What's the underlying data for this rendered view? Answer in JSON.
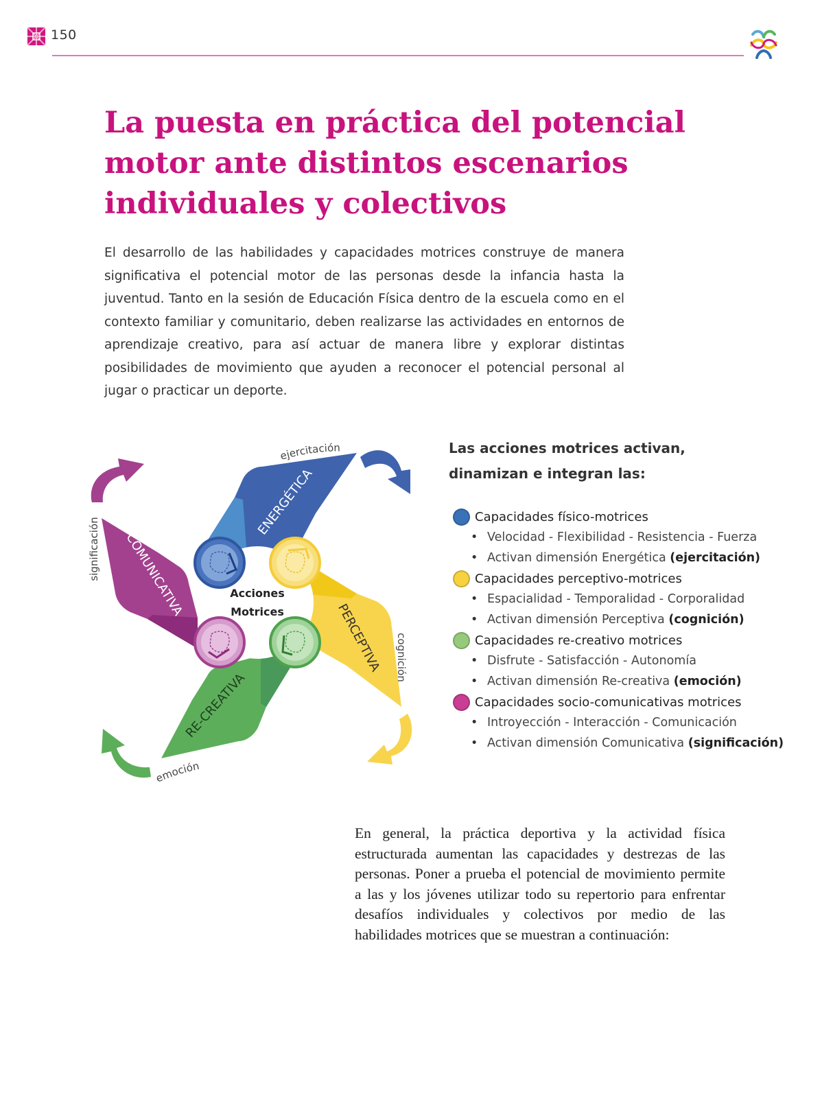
{
  "header": {
    "page_number": "150",
    "accent_color": "#c8127e",
    "rule_color": "#e278b4",
    "left_icon": "magenta-ornament-icon",
    "right_logo": "colored-knot-logo-icon"
  },
  "title": {
    "lines": [
      "La puesta en práctica del potencial",
      "motor ante distintos escenarios",
      "individuales y colectivos"
    ]
  },
  "intro": {
    "text": "El desarrollo de las habilidades y capacidades motrices construye de manera significativa el potencial motor de las personas desde la infancia hasta la juventud. Tanto en la sesión de Educación Física dentro de la escuela como en el contexto familiar y comunitario, deben realizarse las actividades en entornos de aprendizaje creativo, para así actuar de manera libre y explorar distintas posibilidades de movimiento que ayuden a reconocer el potencial personal al jugar o practicar un deporte."
  },
  "diagram": {
    "center_line1": "Acciones",
    "center_line2": "Motrices",
    "blades": {
      "energetica": {
        "label": "ENERGÉTICA",
        "outer": "ejercitación",
        "color": "#3f63ad"
      },
      "perceptiva": {
        "label": "PERCEPTIVA",
        "outer": "cognición",
        "color": "#f8d44c"
      },
      "recreativa": {
        "label": "RE-CREATIVA",
        "outer": "emoción",
        "color": "#5dae5a"
      },
      "comunicativa": {
        "label": "COMUNICATIVA",
        "outer": "significación",
        "color": "#a3418f"
      }
    }
  },
  "list": {
    "title_line1": "Las acciones motrices activan,",
    "title_line2": "dinamizan e integran las:",
    "items": [
      {
        "color": "#3a72b8",
        "title": "Capacidades físico-motrices",
        "line1": "Velocidad - Flexibilidad - Resistencia - Fuerza",
        "line2_prefix": "Activan dimensión Energética ",
        "line2_bold": "(ejercitación)"
      },
      {
        "color": "#f6d23f",
        "title": "Capacidades perceptivo-motrices",
        "line1": "Espacialidad - Temporalidad - Corporalidad",
        "line2_prefix": "Activan dimensión Perceptiva ",
        "line2_bold": "(cognición)"
      },
      {
        "color": "#96c97a",
        "title": "Capacidades re-creativo motrices",
        "line1": "Disfrute - Satisfacción - Autonomía",
        "line2_prefix": "Activan dimensión Re-creativa ",
        "line2_bold": "(emoción)"
      },
      {
        "color": "#c83e93",
        "title": "Capacidades socio-comunicativas motrices",
        "line1": "Introyección - Interacción - Comunicación",
        "line2_prefix": "Activan dimensión Comunicativa ",
        "line2_bold": "(significación)"
      }
    ]
  },
  "closing": {
    "text": "En general, la práctica deportiva y la actividad física estructurada aumentan las capacidades y destrezas de las personas. Poner a prueba el potencial de movimiento permite a las y los jóvenes utilizar todo su repertorio para enfrentar desafíos individuales y colectivos por medio de las habilidades motrices que se muestran a continuación:"
  }
}
